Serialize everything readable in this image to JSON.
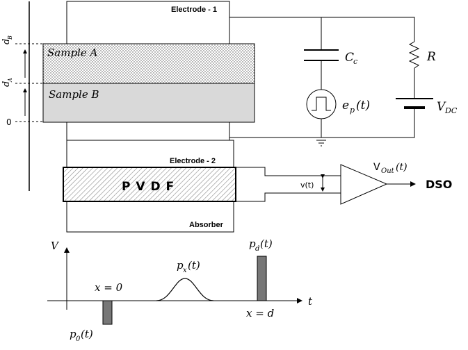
{
  "electrodes": {
    "top": "Electrode - 1",
    "bottom": "Electrode - 2"
  },
  "samples": {
    "a": "Sample A",
    "b": "Sample B"
  },
  "pvdf_label": "P V D F",
  "absorber": "Absorber",
  "axis_labels": {
    "da_d": "d",
    "da_sub": "B",
    "db_d": "d",
    "db_sub": "A",
    "zero": "0"
  },
  "circuit": {
    "capacitor": "C",
    "capacitor_sub": "c",
    "resistor": "R",
    "source_e": "e",
    "source_e_sub": "p",
    "source_e_arg": "(t)",
    "dc_v": "V",
    "dc_sub": "DC",
    "vt": "v(t)",
    "vout": "V",
    "vout_sub": "Out",
    "vout_arg": "(t)",
    "dso": "DSO"
  },
  "plot": {
    "y_axis": "V",
    "t_axis": "t",
    "x0": "x = 0",
    "xd": "x = d",
    "p0": "p",
    "p0_sub": "0",
    "p0_arg": "(t)",
    "px": "p",
    "px_sub": "x",
    "px_arg": "(t)",
    "pd": "p",
    "pd_sub": "d",
    "pd_arg": "(t)"
  }
}
